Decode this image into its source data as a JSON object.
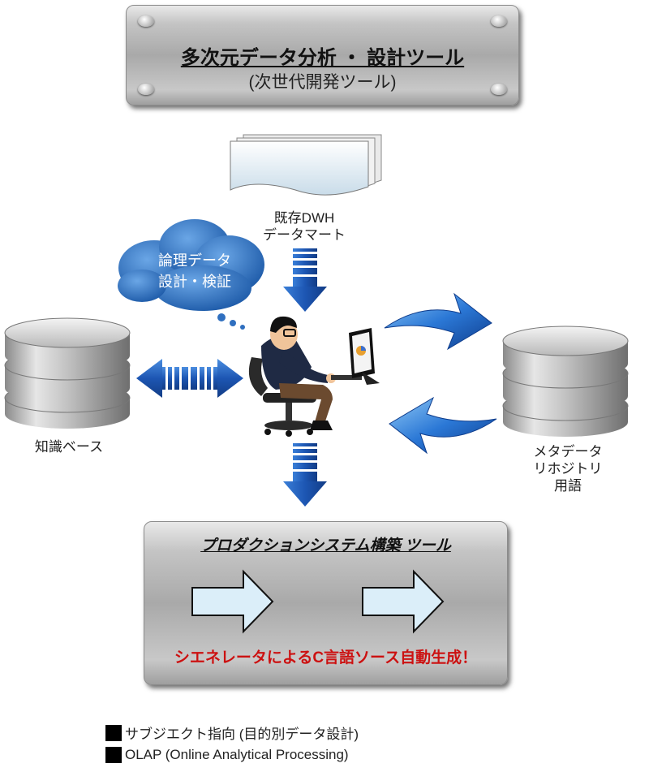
{
  "top_box": {
    "title": "多次元データ分析 ・ 設計ツール",
    "subtitle": "(次世代開発ツール)"
  },
  "dwh": {
    "line1": "既存DWH",
    "line2": "データマート"
  },
  "cloud": {
    "line1": "論理データ",
    "line2": "設計・検証"
  },
  "knowledge_base": {
    "label": "知識ベース"
  },
  "meta_repo": {
    "line1": "メタデータ",
    "line2": "リホジトリ",
    "line3": "用語"
  },
  "bottom_box": {
    "title": "プロダクションシステム構築 ツール",
    "generator_text": "シエネレータによるC言語ソース自動生成！"
  },
  "legend": [
    {
      "text": "サブジエクト指向 (目的別データ設計)"
    },
    {
      "text": "OLAP (Online Analytical Processing)"
    }
  ],
  "colors": {
    "arrow_blue": "#1f5fbf",
    "cloud_blue": "#2f6fbf",
    "red_text": "#cc1111",
    "plate_gray": "#b4b4b4"
  }
}
